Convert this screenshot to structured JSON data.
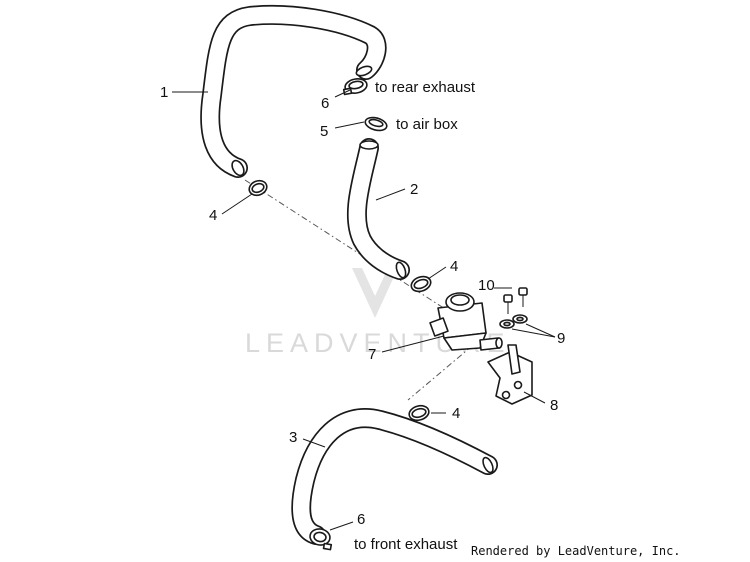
{
  "watermark": {
    "text": "LEADVENTURE"
  },
  "footer": {
    "credit": "Rendered by LeadVenture, Inc."
  },
  "notes": {
    "rear_exhaust": "to rear exhaust",
    "air_box": "to air box",
    "front_exhaust": "to front exhaust"
  },
  "callouts": {
    "c1": "1",
    "c2": "2",
    "c3": "3",
    "c4a": "4",
    "c4b": "4",
    "c4c": "4",
    "c5": "5",
    "c6a": "6",
    "c6b": "6",
    "c7": "7",
    "c8": "8",
    "c9": "9",
    "c10": "10"
  }
}
